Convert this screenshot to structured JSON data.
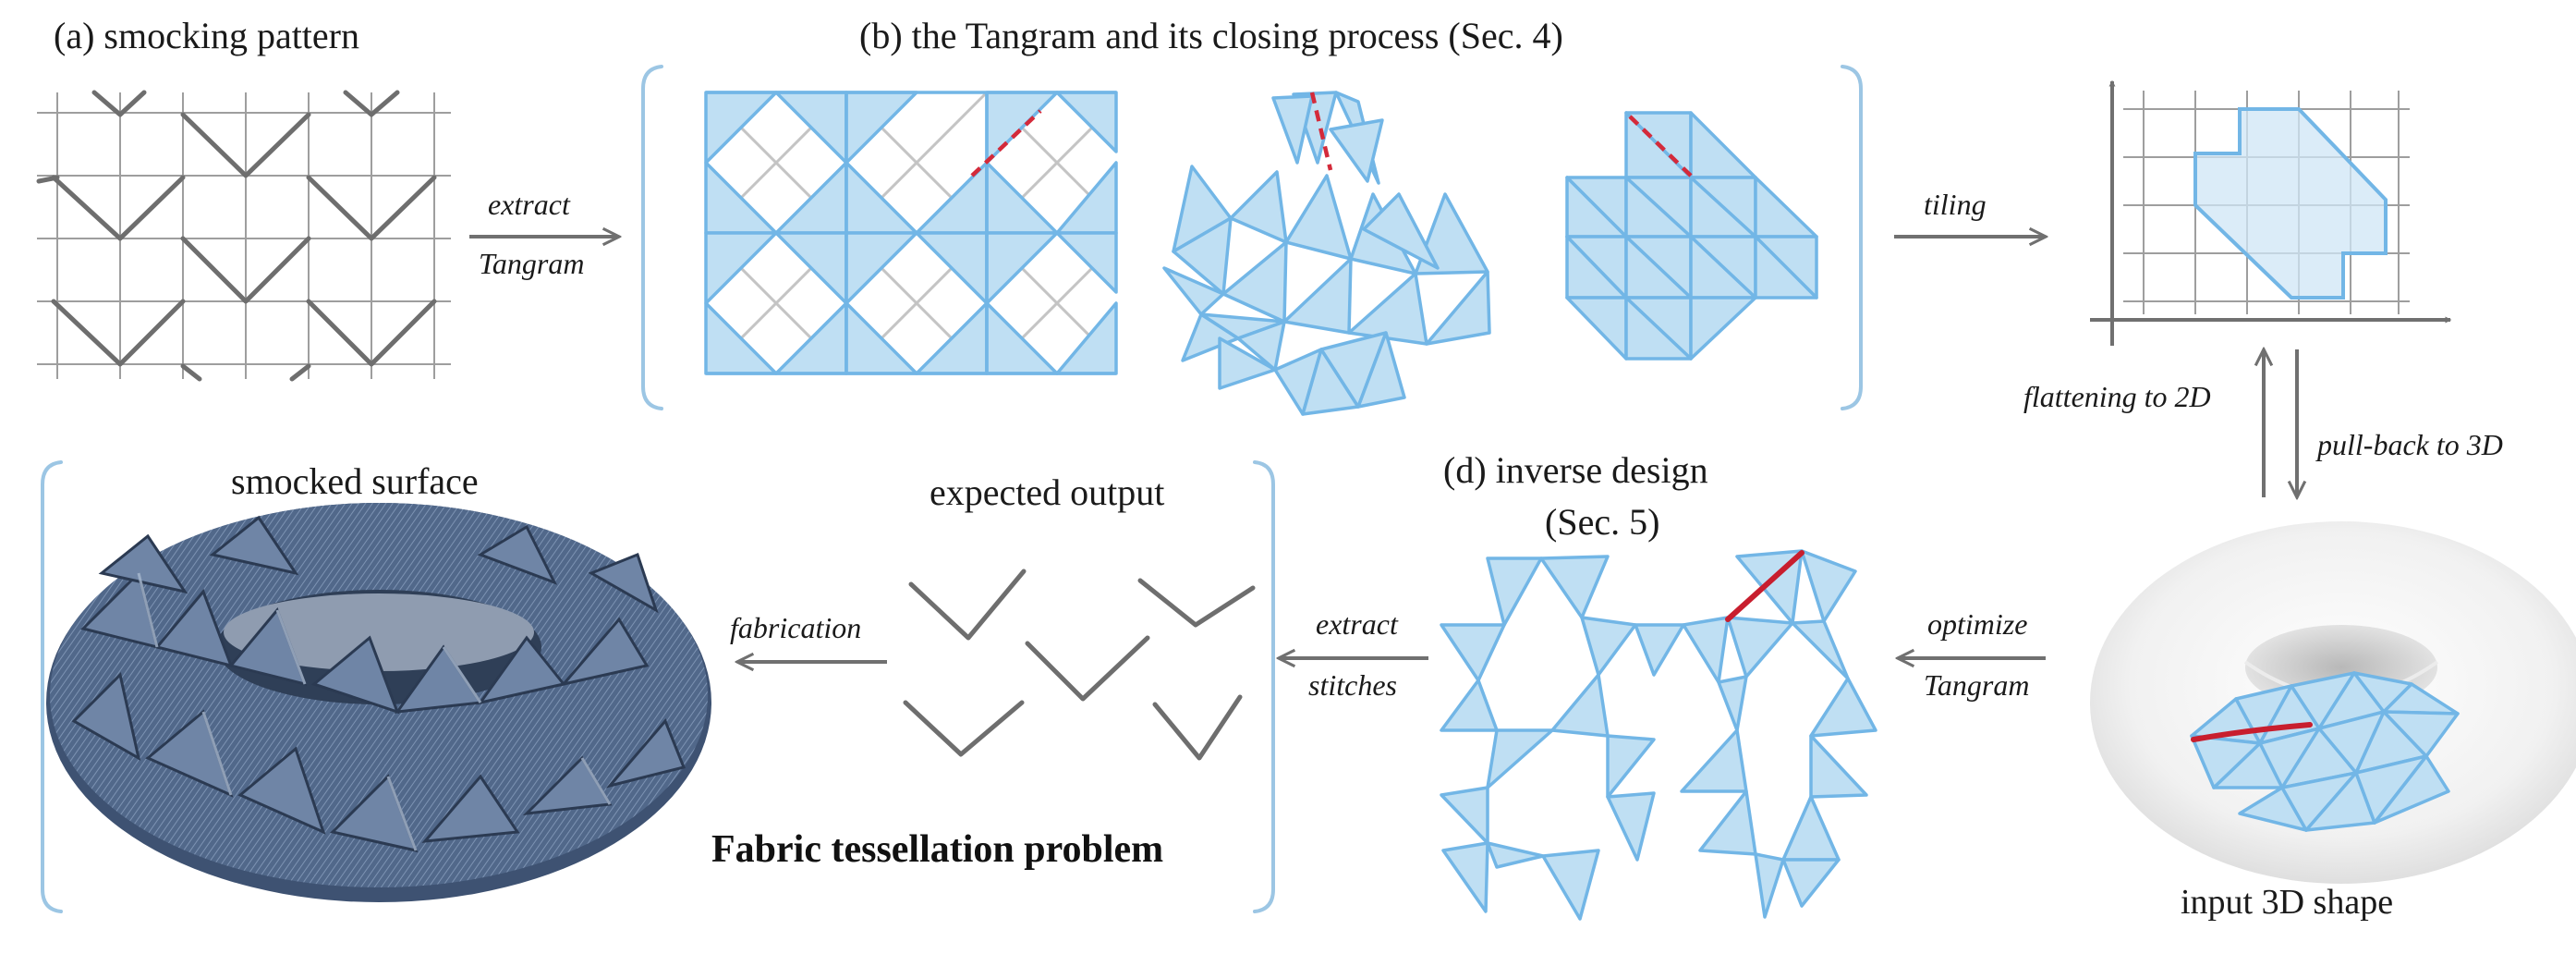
{
  "captions": {
    "a": "(a) smocking pattern",
    "b": "(b) the Tangram and its closing process (Sec. 4)",
    "d_line1": "(d) inverse design",
    "d_line2": "(Sec. 5)",
    "smocked_surface": "smocked surface",
    "expected_output": "expected output",
    "problem_title": "Fabric tessellation problem",
    "input_shape": "input 3D shape"
  },
  "arrow_labels": {
    "extract": "extract",
    "tangram": "Tangram",
    "tiling": "tiling",
    "flattening": "flattening to 2D",
    "pullback": "pull-back to 3D",
    "optimize": "optimize",
    "optimize_tangram": "Tangram",
    "extract2": "extract",
    "stitches": "stitches",
    "fabrication": "fabrication"
  },
  "colors": {
    "tangram_fill": "#bfdff3",
    "tangram_stroke": "#72b6e6",
    "stitch": "#6e6e6e",
    "red_stitch": "#d42a3a",
    "fabric": "#4a607f"
  }
}
